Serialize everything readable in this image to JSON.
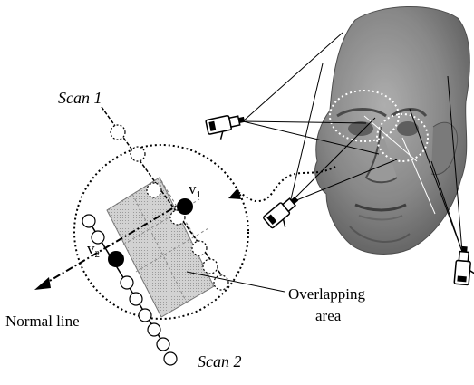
{
  "labels": {
    "scan1": "Scan 1",
    "scan2": "Scan 2",
    "v1": "v",
    "v1_sub": "1",
    "v2": "v",
    "v2_sub": "2",
    "overlap_line1": "Overlapping",
    "overlap_line2": "area",
    "normal_line": "Normal line"
  },
  "colors": {
    "overlap_fill": "#cccccc",
    "head_fill": "#8a8a8a",
    "vertex_fill": "#000000"
  },
  "icons": [
    "scanner-icon",
    "scanner-icon",
    "scanner-icon"
  ]
}
